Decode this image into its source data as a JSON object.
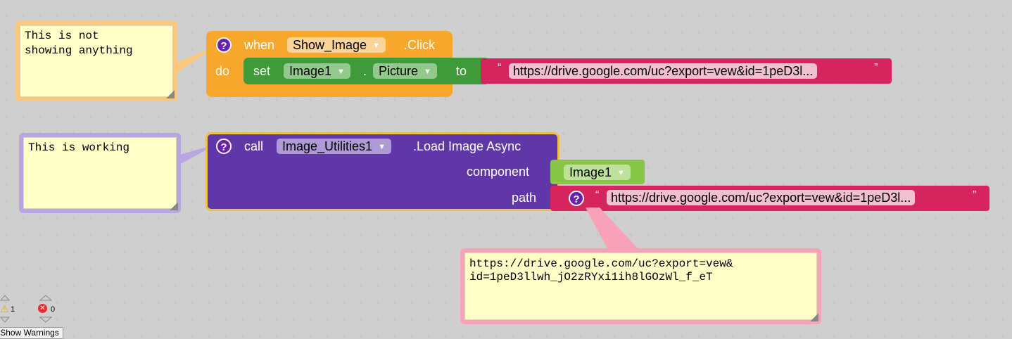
{
  "comments": {
    "top": "This is not\nshowing anything",
    "middle": "This is working",
    "bottom": "https://drive.google.com/uc?export=vew&\nid=1peD3llwh_jO2zRYxi1ih8lGOzWl_f_eT"
  },
  "event_block": {
    "when": "when",
    "component": "Show_Image",
    "event": ".Click",
    "do": "do",
    "set": "set",
    "target": "Image1",
    "dot": ".",
    "property": "Picture",
    "to": "to",
    "url_text": "https://drive.google.com/uc?export=vew&id=1peD3l..."
  },
  "call_block": {
    "call": "call",
    "component": "Image_Utilities1",
    "method": ".Load Image Async",
    "arg_component_label": "component",
    "arg_component_value": "Image1",
    "arg_path_label": "path",
    "url_text": "https://drive.google.com/uc?export=vew&id=1peD3l..."
  },
  "common": {
    "help_mark": "?",
    "quote_open": "“",
    "quote_close": "”",
    "dropdown_arrow": "▼"
  },
  "status": {
    "warnings_count": "1",
    "errors_count": "0",
    "show_warnings": "Show Warnings"
  },
  "colors": {
    "event_orange": "#f7a72c",
    "set_green": "#3f9a3a",
    "text_pink": "#d6255e",
    "call_purple": "#5f37a8",
    "component_green": "#86c546",
    "comment_yellow": "#ffffc7"
  }
}
